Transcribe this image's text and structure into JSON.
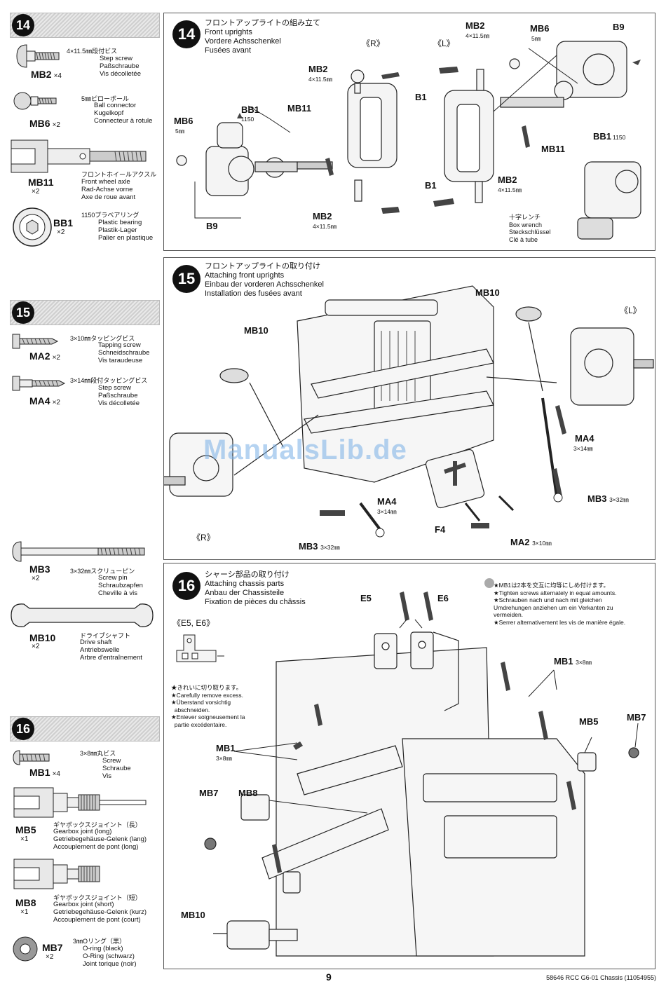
{
  "sidebar": {
    "step14": {
      "number": "14",
      "parts": [
        {
          "code": "MB2",
          "qty": "×4",
          "spec": "4×11.5㎜段付ビス",
          "desc": "Step screw\nPaßschraube\nVis décolletée",
          "icon": "step-screw-icon"
        },
        {
          "code": "MB6",
          "qty": "×2",
          "spec": "5㎜ピローボール",
          "desc": "Ball connector\nKugelkopf\nConnecteur à rotule",
          "icon": "ball-connector-icon"
        },
        {
          "code": "MB11",
          "qty": "×2",
          "spec": "フロントホイールアクスル",
          "desc": "Front wheel axle\nRad-Achse vorne\nAxe de roue avant",
          "icon": "wheel-axle-icon"
        },
        {
          "code": "BB1",
          "qty": "×2",
          "spec": "1150プラベアリング",
          "desc": "Plastic bearing\nPlastik-Lager\nPalier en plastique",
          "icon": "bearing-icon"
        }
      ]
    },
    "step15": {
      "number": "15",
      "parts": [
        {
          "code": "MA2",
          "qty": "×2",
          "spec": "3×10㎜タッピングビス",
          "desc": "Tapping screw\nSchneidschraube\nVis taraudeuse",
          "icon": "tapping-screw-icon"
        },
        {
          "code": "MA4",
          "qty": "×2",
          "spec": "3×14㎜段付タッピングビス",
          "desc": "Step screw\nPaßschraube\nVis décolletée",
          "icon": "step-tapping-screw-icon"
        },
        {
          "code": "MB3",
          "qty": "×2",
          "spec": "3×32㎜スクリューピン",
          "desc": "Screw pin\nSchraubzapfen\nCheville à vis",
          "icon": "screw-pin-icon"
        },
        {
          "code": "MB10",
          "qty": "×2",
          "spec": "ドライブシャフト",
          "desc": "Drive shaft\nAntriebswelle\nArbre d'entraînement",
          "icon": "drive-shaft-icon"
        }
      ]
    },
    "step16": {
      "number": "16",
      "parts": [
        {
          "code": "MB1",
          "qty": "×4",
          "spec": "3×8㎜丸ビス",
          "desc": "Screw\nSchraube\nVis",
          "icon": "screw-icon"
        },
        {
          "code": "MB5",
          "qty": "×1",
          "spec": "ギヤボックスジョイント（長）",
          "desc": "Gearbox joint (long)\nGetriebegehäuse-Gelenk (lang)\nAccouplement de pont (long)",
          "icon": "gearbox-joint-long-icon"
        },
        {
          "code": "MB8",
          "qty": "×1",
          "spec": "ギヤボックスジョイント（短）",
          "desc": "Gearbox joint (short)\nGetriebegehäuse-Gelenk (kurz)\nAccouplement de pont (court)",
          "icon": "gearbox-joint-short-icon"
        },
        {
          "code": "MB7",
          "qty": "×2",
          "spec": "3㎜Oリング（黒）",
          "desc": "O-ring (black)\nO-Ring (schwarz)\nJoint torique (noir)",
          "icon": "o-ring-icon"
        }
      ]
    }
  },
  "steps": {
    "s14": {
      "number": "14",
      "title": "フロントアップライトの組み立て\nFront uprights\nVordere Achsschenkel\nFusées avant",
      "side_r": "《R》",
      "side_l": "《L》",
      "labels": {
        "mb2_a": "MB2",
        "mb2_a_sub": "4×11.5㎜",
        "bb1": "BB1",
        "bb1_sub": "1150",
        "mb11": "MB11",
        "mb6": "MB6",
        "mb6_sub": "5㎜",
        "b1": "B1",
        "b9": "B9",
        "mb2_b": "MB2",
        "mb2_b_sub": "4×11.5㎜",
        "r_mb2_top": "MB2",
        "r_mb2_top_sub": "4×11.5㎜",
        "r_mb6": "MB6",
        "r_mb6_sub": "5㎜",
        "r_b9": "B9",
        "r_bb1": "BB1",
        "r_bb1_sub": "1150",
        "r_mb11": "MB11",
        "r_b1": "B1",
        "r_mb2_bot": "MB2",
        "r_mb2_bot_sub": "4×11.5㎜"
      },
      "tool": "十字レンチ\nBox wrench\nSteckschlüssel\nClé à tube"
    },
    "s15": {
      "number": "15",
      "title": "フロントアップライトの取り付け\nAttaching front uprights\nEinbau der vorderen Achsschenkel\nInstallation des fusées avant",
      "labels": {
        "mb10_l": "MB10",
        "mb10_r": "MB10",
        "side_l": "《L》",
        "side_r": "《R》",
        "ma4_r": "MA4",
        "ma4_r_sub": "3×14㎜",
        "ma4_c": "MA4",
        "ma4_c_sub": "3×14㎜",
        "mb3_r": "MB3",
        "mb3_r_sub": "3×32㎜",
        "mb3_c": "MB3",
        "mb3_c_sub": "3×32㎜",
        "f4": "F4",
        "ma2": "MA2",
        "ma2_sub": "3×10㎜"
      }
    },
    "s16": {
      "number": "16",
      "title": "シャーシ部品の取り付け\nAttaching chassis parts\nAnbau der Chassisteile\nFixation de pièces du châssis",
      "inset_label": "《E5, E6》",
      "inset_note": "★きれいに切り取ります。\n★Carefully remove excess.\n★Überstand vorsichtig\n  abschneiden.\n★Enlever soigneusement la\n  partie excédentaire.",
      "top_note": "★MB1は2本を交互に均等にしめ付けます。\n★Tighten screws alternately in equal amounts.\n★Schrauben nach und nach mit gleichen\nUmdrehungen anziehen um ein Verkanten zu\nvermeiden.\n★Serrer alternativement les vis de manière égale.",
      "labels": {
        "e5": "E5",
        "e6": "E6",
        "mb1_a": "MB1",
        "mb1_a_sub": "3×8㎜",
        "mb1_b": "MB1",
        "mb1_b_sub": "3×8㎜",
        "mb5": "MB5",
        "mb7_r": "MB7",
        "mb7_l": "MB7",
        "mb8": "MB8",
        "mb10": "MB10"
      }
    }
  },
  "watermark": "ManualsLib.de",
  "footer": {
    "page": "9",
    "ref": "58646  RCC G6-01 Chassis (11054955)"
  }
}
